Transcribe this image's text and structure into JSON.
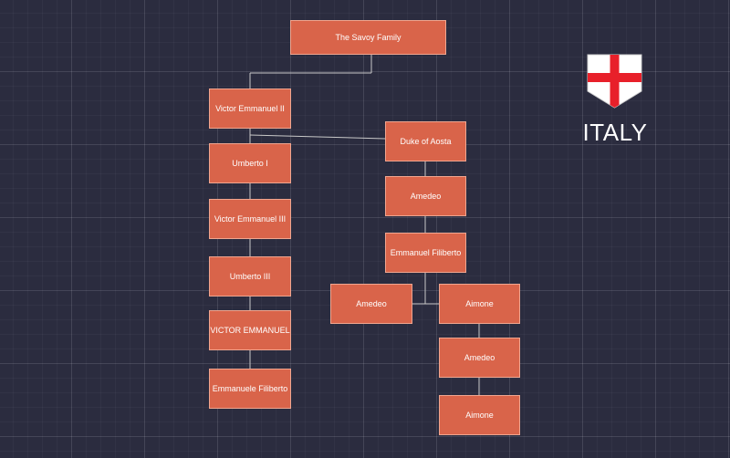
{
  "diagram": {
    "root": "The Savoy Family",
    "main_line": [
      "Victor Emmanuel II",
      "Umberto I",
      "Victor Emmanuel III",
      "Umberto III",
      "VICTOR EMMANUEL",
      "Emmanuele Filiberto"
    ],
    "aosta_line": {
      "head": "Duke of Aosta",
      "son": "Amedeo",
      "grandson": "Emmanuel Filiberto",
      "children": [
        "Amedeo",
        "Aimone"
      ],
      "aimone_line": [
        "Amedeo",
        "Aimone"
      ]
    }
  },
  "emblem": {
    "country": "ITALY",
    "icon": "shield-red-cross-icon",
    "colors": {
      "shield": "#ffffff",
      "cross": "#e8202a",
      "node": "#d9644a"
    }
  }
}
